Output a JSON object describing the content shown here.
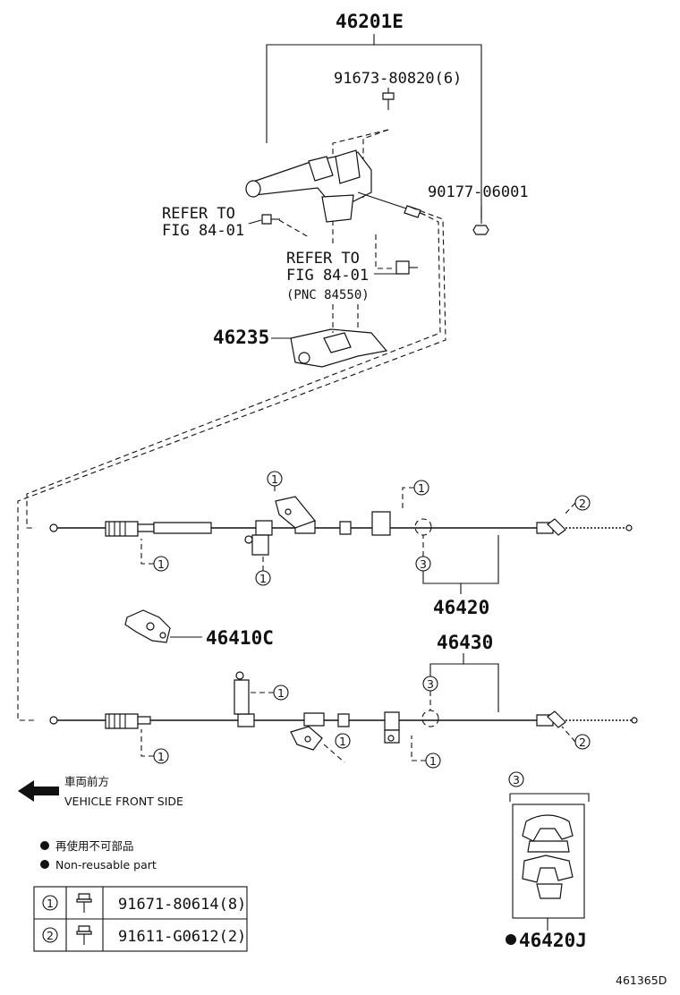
{
  "labels": {
    "assy_lever": "46201E",
    "bolt_lever": "91673-80820(6)",
    "nut": "90177-06001",
    "refer1_a": "REFER TO",
    "refer1_b": "FIG 84-01",
    "refer2_a": "REFER TO",
    "refer2_b": "FIG 84-01",
    "refer2_pnc": "(PNC 84550)",
    "bracket": "46235",
    "cable_no1": "46420",
    "equalizer": "46410C",
    "cable_no3": "46430",
    "clamp": "46420J",
    "fig_code": "461365D"
  },
  "callouts": {
    "one": "1",
    "two": "2",
    "three": "3"
  },
  "direction": {
    "jp": "車両前方",
    "en": "VEHICLE FRONT SIDE"
  },
  "legend": {
    "jp": "再使用不可部品",
    "en": "Non-reusable part"
  },
  "table": [
    {
      "key": "1",
      "part": "91671-80614(8)"
    },
    {
      "key": "2",
      "part": "91611-G0612(2)"
    }
  ]
}
